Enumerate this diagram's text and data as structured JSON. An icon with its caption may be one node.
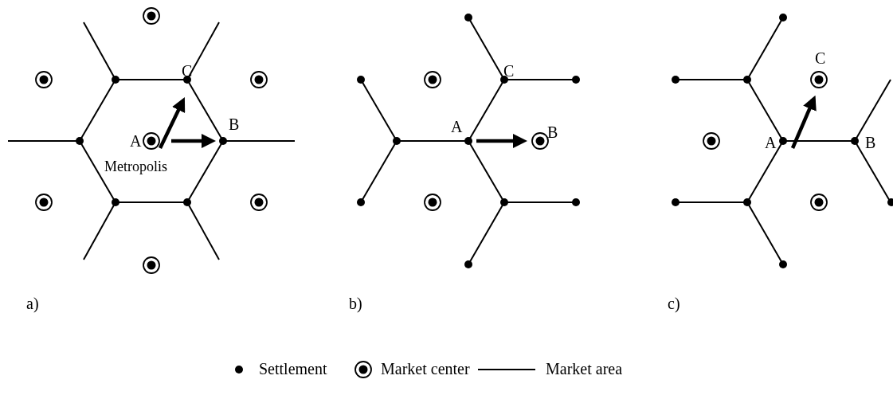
{
  "diagram": {
    "labels": [
      "C",
      "A",
      "B",
      "Metropolis",
      "C",
      "A",
      "B",
      "C",
      "A",
      "B",
      "a)",
      "b)",
      "c)"
    ],
    "legend": [
      {
        "text": "Settlement"
      },
      {
        "text": "Market center"
      },
      {
        "text": "Market area"
      }
    ]
  }
}
